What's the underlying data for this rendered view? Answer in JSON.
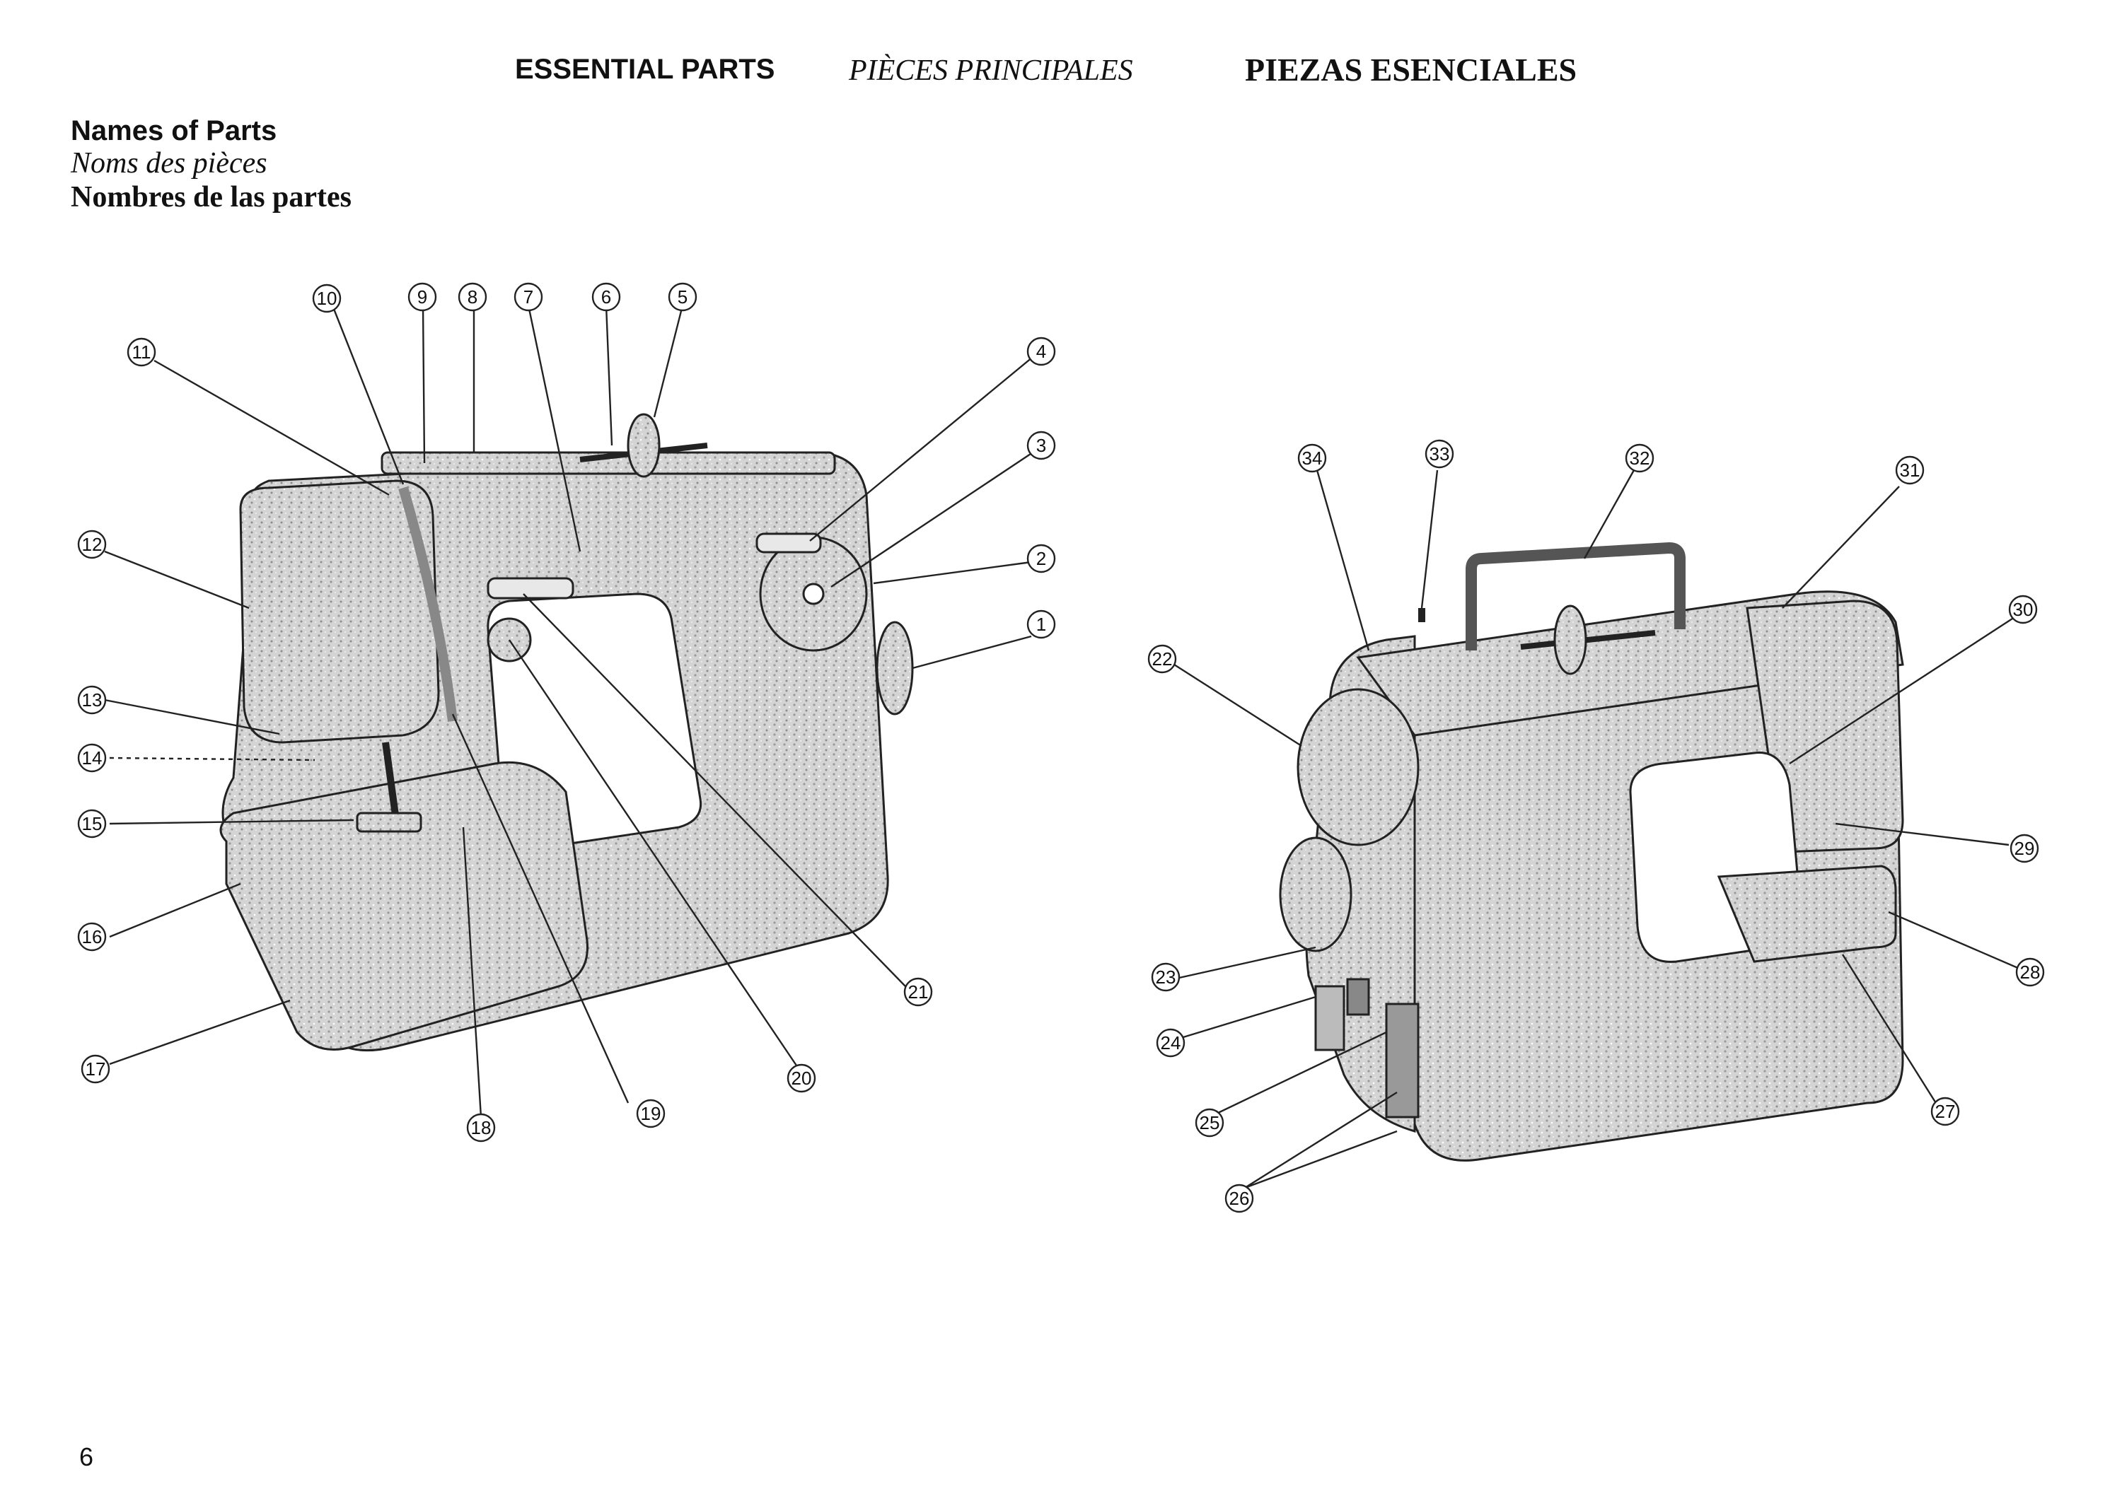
{
  "header": {
    "english": "ESSENTIAL PARTS",
    "french": "PIÈCES PRINCIPALES",
    "spanish": "PIEZAS ESENCIALES"
  },
  "names_of_parts": {
    "english": "Names of Parts",
    "french": "Noms des pièces",
    "spanish": "Nombres de las partes"
  },
  "callouts": [
    {
      "label": "1"
    },
    {
      "label": "2"
    },
    {
      "label": "3"
    },
    {
      "label": "4"
    },
    {
      "label": "5"
    },
    {
      "label": "6"
    },
    {
      "label": "7"
    },
    {
      "label": "8"
    },
    {
      "label": "9"
    },
    {
      "label": "10"
    },
    {
      "label": "11"
    },
    {
      "label": "12"
    },
    {
      "label": "13"
    },
    {
      "label": "14"
    },
    {
      "label": "15"
    },
    {
      "label": "16"
    },
    {
      "label": "17"
    },
    {
      "label": "18"
    },
    {
      "label": "19"
    },
    {
      "label": "20"
    },
    {
      "label": "21"
    },
    {
      "label": "22"
    },
    {
      "label": "23"
    },
    {
      "label": "24"
    },
    {
      "label": "25"
    },
    {
      "label": "26"
    },
    {
      "label": "27"
    },
    {
      "label": "28"
    },
    {
      "label": "29"
    },
    {
      "label": "30"
    },
    {
      "label": "31"
    },
    {
      "label": "32"
    },
    {
      "label": "33"
    },
    {
      "label": "34"
    }
  ],
  "page_number": "6",
  "colors": {
    "ink": "#111111",
    "machine_fill": "#d6d6d6",
    "machine_dark": "#a8a8a8"
  }
}
